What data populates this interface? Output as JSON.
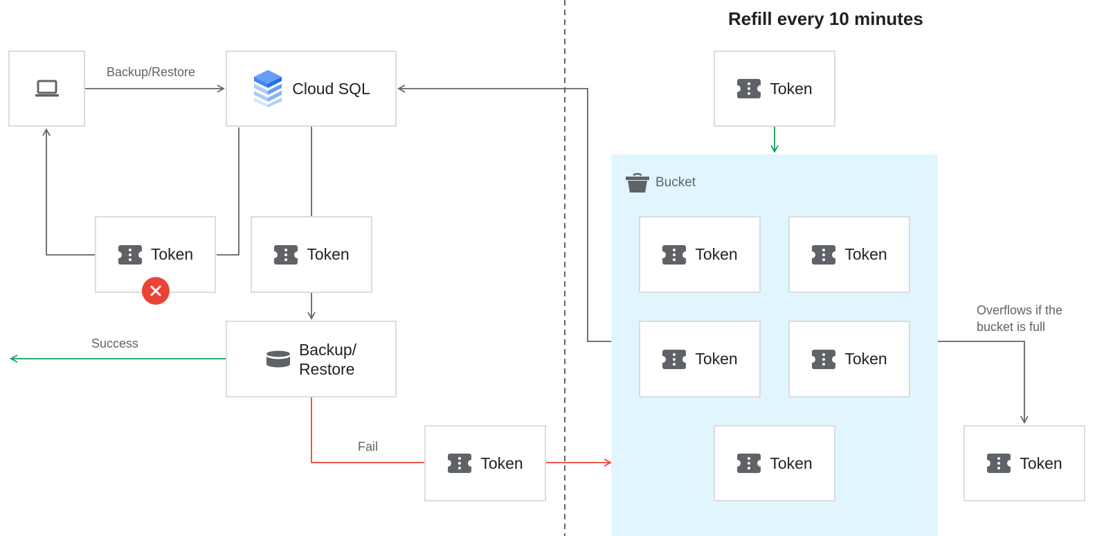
{
  "title": "Refill every 10 minutes",
  "nodes": {
    "cloud_sql": "Cloud SQL",
    "backup_restore": "Backup/\nRestore",
    "token": "Token",
    "bucket": "Bucket"
  },
  "edges": {
    "backup_restore": "Backup/Restore",
    "success": "Success",
    "fail": "Fail",
    "overflow": "Overflows if the\nbucket is full"
  },
  "colors": {
    "success": "#0f9d58",
    "fail": "#ea4335",
    "bucket_fill": "#e1f5fe",
    "line": "#5f6368"
  },
  "icons": [
    "laptop-icon",
    "cloud-sql-icon",
    "token-icon",
    "database-icon",
    "bucket-icon",
    "error-x-icon"
  ]
}
